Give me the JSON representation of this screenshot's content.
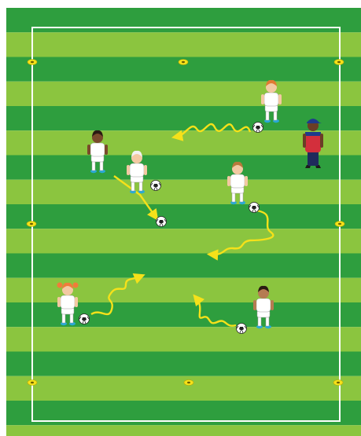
{
  "diagram": {
    "type": "soccer-drill",
    "colors": {
      "stripe_dark": "#2e9e3e",
      "stripe_light": "#8bc53f",
      "boundary_line": "#ffffff",
      "cone": "#f5e11a",
      "arrow": "#f5e11a",
      "player_kit": "#ffffff",
      "player_boots": "#29a9d6",
      "coach_shirt": "#d32f3c",
      "coach_cap": "#1f3b8c",
      "ball_panel": "#222222"
    },
    "cones": [
      {
        "id": "top-left"
      },
      {
        "id": "top-middle"
      },
      {
        "id": "top-right"
      },
      {
        "id": "middle-left"
      },
      {
        "id": "middle-right"
      },
      {
        "id": "bottom-left"
      },
      {
        "id": "bottom-middle"
      },
      {
        "id": "bottom-right"
      }
    ],
    "players": [
      {
        "id": "player-top-right",
        "hair": "#e07a32",
        "skin": "#f3c9a3",
        "has_ball": true
      },
      {
        "id": "player-left-dark",
        "hair": "#2a1a12",
        "skin": "#7a4a2c",
        "has_ball": false
      },
      {
        "id": "player-left-white-hair",
        "hair": "#f2f2f2",
        "skin": "#f3c9a3",
        "has_ball": true
      },
      {
        "id": "player-center-kicking",
        "hair": "#b77a3a",
        "skin": "#f3c9a3",
        "has_ball": true
      },
      {
        "id": "player-bottom-left-pigtails",
        "hair": "#f07c3a",
        "skin": "#f3c9a3",
        "has_ball": true
      },
      {
        "id": "player-bottom-right",
        "hair": "#2a1a12",
        "skin": "#b57b52",
        "has_ball": true
      }
    ],
    "coach": {
      "id": "coach",
      "skin": "#6b3e26"
    },
    "loose_ball": {
      "id": "loose-ball-center"
    },
    "arrows": [
      {
        "id": "dribble-top",
        "style": "wavy"
      },
      {
        "id": "pass-left",
        "style": "straight"
      },
      {
        "id": "dribble-center",
        "style": "wavy"
      },
      {
        "id": "dribble-bottom-left",
        "style": "wavy"
      },
      {
        "id": "dribble-bottom-right",
        "style": "wavy"
      }
    ]
  }
}
